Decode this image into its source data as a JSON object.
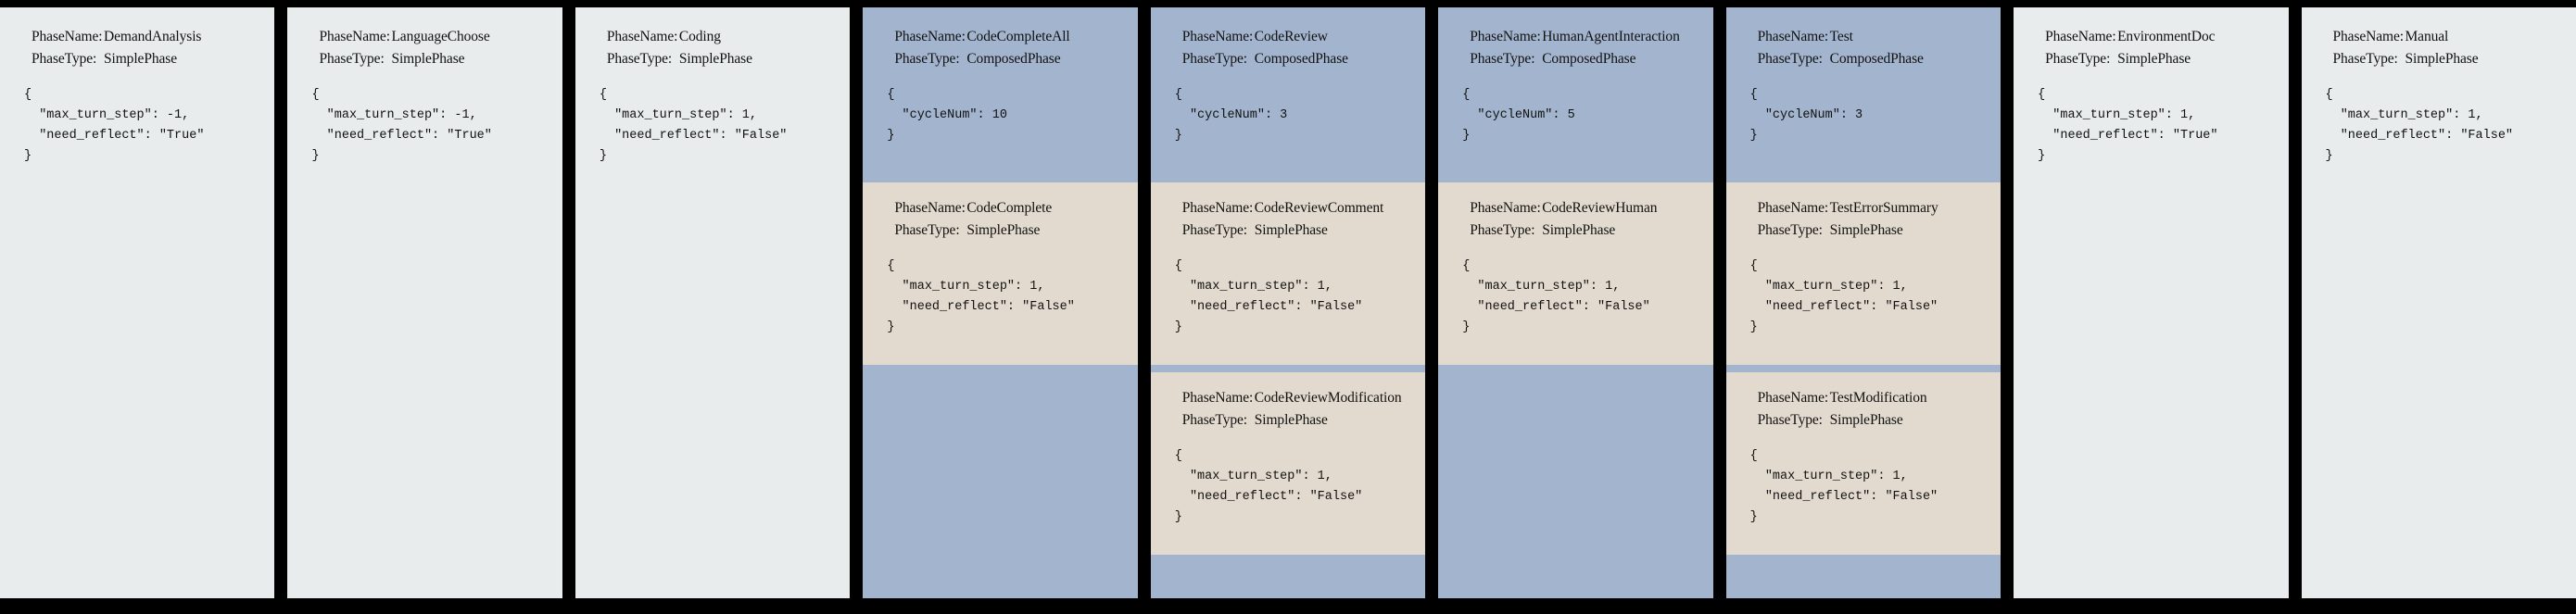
{
  "labels": {
    "phase_name": "PhaseName:",
    "phase_type": "PhaseType:"
  },
  "colors": {
    "background": "#000000",
    "simple_phase_bg": "#e8ecec",
    "composed_phase_bg": "#a3b5ce",
    "sub_phase_bg": "#e2dace",
    "text": "#111111"
  },
  "columns": [
    {
      "name": "DemandAnalysis",
      "type": "SimplePhase",
      "kind": "simple",
      "json": "{\n  \"max_turn_step\": -1,\n  \"need_reflect\": \"True\"\n}",
      "children": []
    },
    {
      "name": "LanguageChoose",
      "type": "SimplePhase",
      "kind": "simple",
      "json": "{\n  \"max_turn_step\": -1,\n  \"need_reflect\": \"True\"\n}",
      "children": []
    },
    {
      "name": "Coding",
      "type": "SimplePhase",
      "kind": "simple",
      "json": "{\n  \"max_turn_step\": 1,\n  \"need_reflect\": \"False\"\n}",
      "children": []
    },
    {
      "name": "CodeCompleteAll",
      "type": "ComposedPhase",
      "kind": "composed",
      "json": "{\n  \"cycleNum\": 10\n}",
      "children": [
        {
          "name": "CodeComplete",
          "type": "SimplePhase",
          "json": "{\n  \"max_turn_step\": 1,\n  \"need_reflect\": \"False\"\n}"
        }
      ]
    },
    {
      "name": "CodeReview",
      "type": "ComposedPhase",
      "kind": "composed",
      "json": "{\n  \"cycleNum\": 3\n}",
      "children": [
        {
          "name": "CodeReviewComment",
          "type": "SimplePhase",
          "json": "{\n  \"max_turn_step\": 1,\n  \"need_reflect\": \"False\"\n}"
        },
        {
          "name": "CodeReviewModification",
          "type": "SimplePhase",
          "json": "{\n  \"max_turn_step\": 1,\n  \"need_reflect\": \"False\"\n}"
        }
      ]
    },
    {
      "name": "HumanAgentInteraction",
      "type": "ComposedPhase",
      "kind": "composed",
      "json": "{\n  \"cycleNum\": 5\n}",
      "children": [
        {
          "name": "CodeReviewHuman",
          "type": "SimplePhase",
          "json": "{\n  \"max_turn_step\": 1,\n  \"need_reflect\": \"False\"\n}"
        }
      ]
    },
    {
      "name": "Test",
      "type": "ComposedPhase",
      "kind": "composed",
      "json": "{\n  \"cycleNum\": 3\n}",
      "children": [
        {
          "name": "TestErrorSummary",
          "type": "SimplePhase",
          "json": "{\n  \"max_turn_step\": 1,\n  \"need_reflect\": \"False\"\n}"
        },
        {
          "name": "TestModification",
          "type": "SimplePhase",
          "json": "{\n  \"max_turn_step\": 1,\n  \"need_reflect\": \"False\"\n}"
        }
      ]
    },
    {
      "name": "EnvironmentDoc",
      "type": "SimplePhase",
      "kind": "simple",
      "json": "{\n  \"max_turn_step\": 1,\n  \"need_reflect\": \"True\"\n}",
      "children": []
    },
    {
      "name": "Manual",
      "type": "SimplePhase",
      "kind": "simple",
      "json": "{\n  \"max_turn_step\": 1,\n  \"need_reflect\": \"False\"\n}",
      "children": []
    }
  ]
}
